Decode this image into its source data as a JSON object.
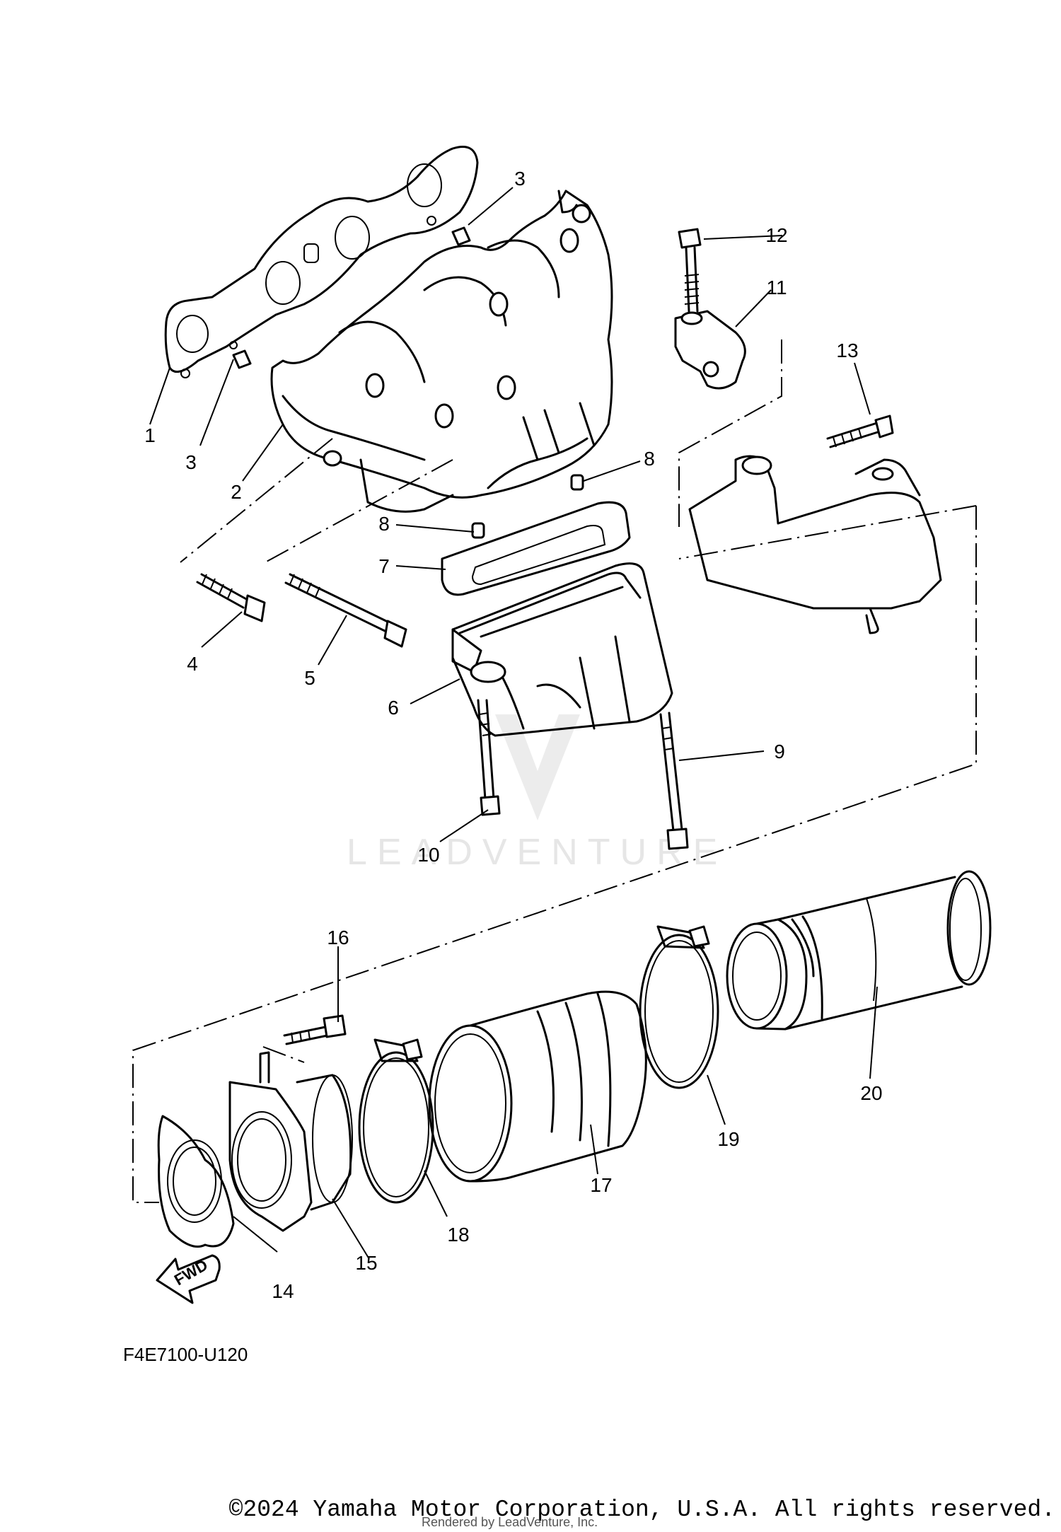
{
  "diagram": {
    "callouts": [
      "1",
      "2",
      "3",
      "3",
      "4",
      "5",
      "6",
      "7",
      "8",
      "8",
      "9",
      "10",
      "11",
      "12",
      "13",
      "14",
      "15",
      "16",
      "17",
      "18",
      "19",
      "20"
    ],
    "fwd_label": "FWD",
    "reference_code": "F4E7100-U120",
    "watermark": "LEADVENTURE"
  },
  "footer": {
    "copyright": "©2024 Yamaha Motor Corporation, U.S.A. All rights reserved.",
    "rendered_by": "Rendered by LeadVenture, Inc."
  }
}
